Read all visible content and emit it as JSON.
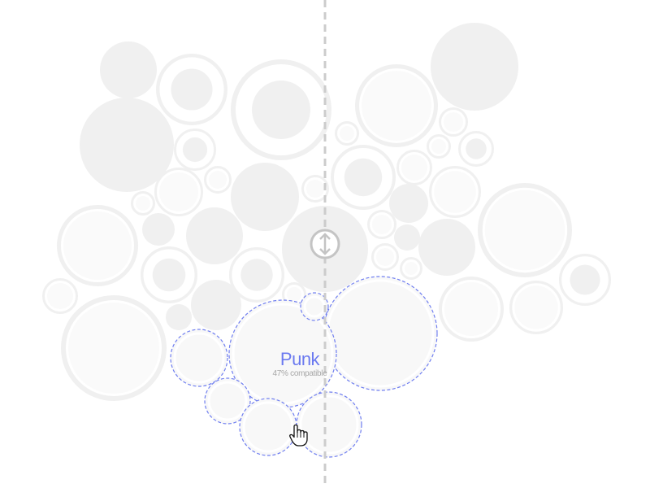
{
  "colors": {
    "background": "#ffffff",
    "bubble_fill": "#f0f0f0",
    "bubble_stroke": "#f0f0f0",
    "highlight_fill": "#f8f8f8",
    "highlight_stroke": "#6f7ef0",
    "accent": "#6b7af0",
    "divider": "#cccccc",
    "handle": "#c4c4c4"
  },
  "selection": {
    "genre": "Punk",
    "compatibility": "47% compatible"
  },
  "divider": {
    "style": "dashed"
  },
  "icons": {
    "divider_handle": "vertical-resize-icon",
    "cursor": "hand-pointer-icon"
  }
}
